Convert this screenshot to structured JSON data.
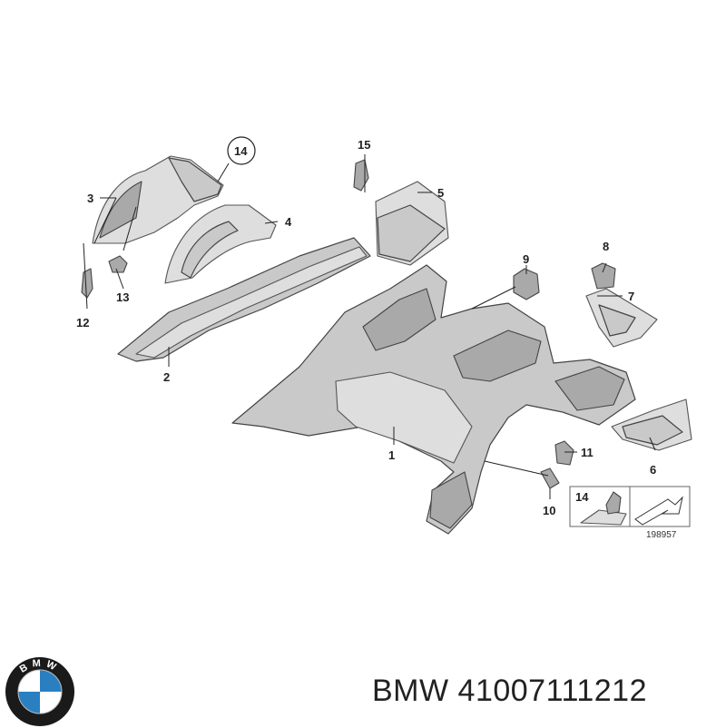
{
  "callouts": {
    "c1": "1",
    "c2": "2",
    "c3": "3",
    "c4": "4",
    "c5": "5",
    "c6": "6",
    "c7": "7",
    "c8": "8",
    "c9": "9",
    "c10": "10",
    "c11": "11",
    "c12": "12",
    "c13": "13",
    "c14": "14",
    "c15": "15",
    "legend14": "14"
  },
  "diagram_ref": "198957",
  "caption": {
    "brand": "BMW",
    "part_number": "41007111212"
  },
  "logo": {
    "letters": "BMW",
    "colors": {
      "blue": "#2a7fc1",
      "white": "#ffffff",
      "ring": "#1a1a1a"
    }
  }
}
